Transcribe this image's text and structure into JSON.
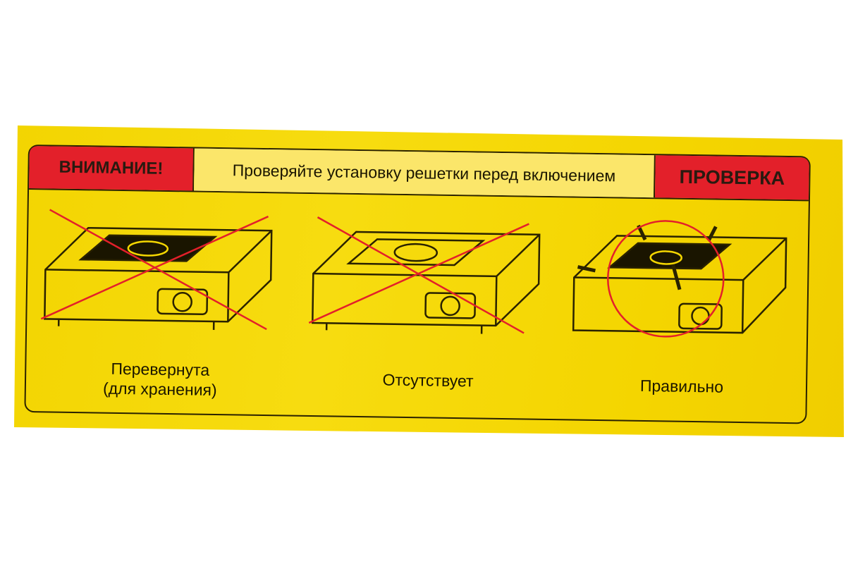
{
  "header": {
    "warning_label": "ВНИМАНИЕ!",
    "instruction": "Проверяйте установку решетки перед включением",
    "check_label": "ПРОВЕРКА"
  },
  "panels": [
    {
      "caption_line1": "Перевернута",
      "caption_line2": "(для хранения)",
      "status": "incorrect"
    },
    {
      "caption_line1": "Отсутствует",
      "status": "incorrect"
    },
    {
      "caption_line1": "Правильно",
      "status": "correct"
    }
  ],
  "colors": {
    "background": "#f4d600",
    "red": "#e3202a",
    "line": "#2a2200"
  }
}
